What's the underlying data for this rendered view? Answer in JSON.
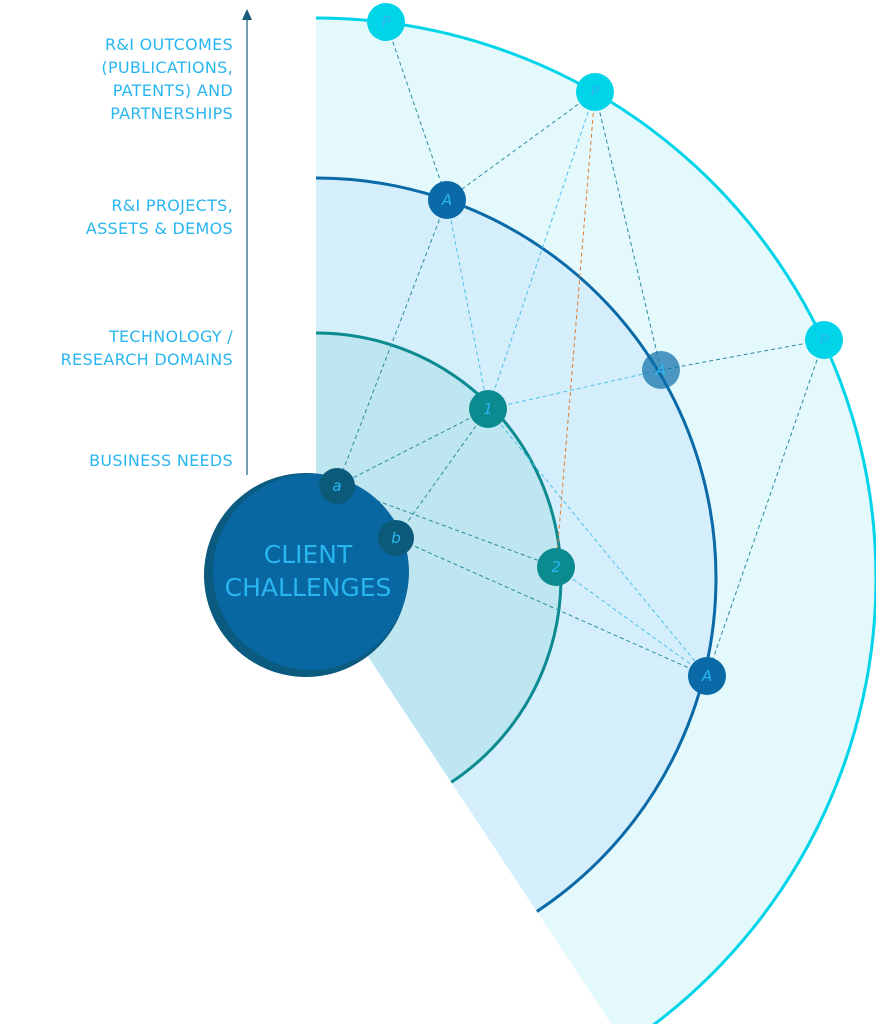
{
  "axis_labels": [
    {
      "id": "outcomes",
      "text": "R&I OUTCOMES\n(PUBLICATIONS,\nPATENTS) AND\nPARTNERSHIPS"
    },
    {
      "id": "projects",
      "text": "R&I PROJECTS,\nASSETS & DEMOS"
    },
    {
      "id": "technology",
      "text": "TECHNOLOGY /\nRESEARCH DOMAINS"
    },
    {
      "id": "business",
      "text": "BUSINESS NEEDS"
    }
  ],
  "center": {
    "line1": "CLIENT",
    "line2": "CHALLENGES"
  },
  "colors": {
    "outer_fill": "#e4f9fc",
    "outer_stroke": "#00d4e8",
    "middle_fill": "#d4effb",
    "middle_stroke": "#0a6aa8",
    "inner_fill": "#bde6f0",
    "inner_stroke": "#0b8a8f",
    "center_fill": "#0866a0",
    "text": "#29b6f0"
  },
  "nodes": [
    {
      "id": "p1",
      "label": "P",
      "level": "outcome"
    },
    {
      "id": "p2",
      "label": "P",
      "level": "outcome"
    },
    {
      "id": "p3",
      "label": "P",
      "level": "outcome"
    },
    {
      "id": "a1",
      "label": "A",
      "level": "project"
    },
    {
      "id": "a2",
      "label": "A",
      "level": "project"
    },
    {
      "id": "a3",
      "label": "A",
      "level": "project"
    },
    {
      "id": "t1",
      "label": "1",
      "level": "technology"
    },
    {
      "id": "t2",
      "label": "2",
      "level": "technology"
    },
    {
      "id": "na",
      "label": "a",
      "level": "business"
    },
    {
      "id": "nb",
      "label": "b",
      "level": "business"
    }
  ],
  "links": [
    [
      "p1",
      "a1"
    ],
    [
      "p2",
      "a1"
    ],
    [
      "p2",
      "t1"
    ],
    [
      "p2",
      "t2",
      "highlight"
    ],
    [
      "p2",
      "a2"
    ],
    [
      "a1",
      "t1"
    ],
    [
      "a1",
      "na"
    ],
    [
      "t1",
      "na"
    ],
    [
      "t1",
      "nb"
    ],
    [
      "t1",
      "a2"
    ],
    [
      "a2",
      "p3"
    ],
    [
      "p3",
      "a3"
    ],
    [
      "t1",
      "a3"
    ],
    [
      "na",
      "t2"
    ],
    [
      "nb",
      "a3"
    ],
    [
      "t2",
      "a3"
    ]
  ]
}
